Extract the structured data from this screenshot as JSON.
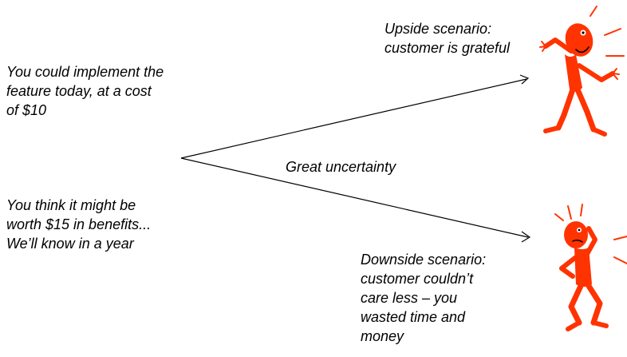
{
  "texts": {
    "cost": [
      "You could implement the",
      "feature today, at a cost",
      "of  $10"
    ],
    "benefit": [
      "You think it might be",
      "worth $15 in benefits...",
      "We’ll know in a year"
    ],
    "uncertainty": "Great uncertainty",
    "upside": [
      "Upside scenario:",
      "customer is grateful"
    ],
    "downside": [
      "Downside scenario:",
      "customer couldn’t",
      "care less – you",
      "wasted time and",
      "money"
    ]
  },
  "figures": {
    "upside": "happy-stick-figure",
    "downside": "worried-stick-figure"
  },
  "colors": {
    "text": "#000000",
    "figure": "#ff3300",
    "line": "#000000"
  }
}
